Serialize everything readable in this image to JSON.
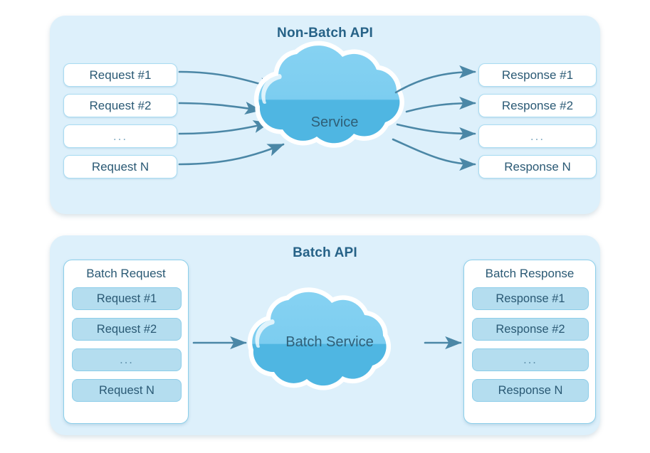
{
  "page": {
    "background": "#ffffff",
    "panel_background": "#ddf0fb",
    "accent_arrow_color": "#4b87a6",
    "cloud_light": "#7ccdf0",
    "cloud_dark": "#4fb6e2",
    "text_color": "#2a5974",
    "title_color": "#266287"
  },
  "panels": [
    {
      "id": "non-batch",
      "title": "Non-Batch API",
      "service_label": "Service",
      "requests": [
        {
          "label": "Request #1",
          "is_ellipsis": false
        },
        {
          "label": "Request #2",
          "is_ellipsis": false
        },
        {
          "label": "...",
          "is_ellipsis": true
        },
        {
          "label": "Request N",
          "is_ellipsis": false
        }
      ],
      "responses": [
        {
          "label": "Response #1",
          "is_ellipsis": false
        },
        {
          "label": "Response #2",
          "is_ellipsis": false
        },
        {
          "label": "...",
          "is_ellipsis": true
        },
        {
          "label": "Response N",
          "is_ellipsis": false
        }
      ]
    },
    {
      "id": "batch",
      "title": "Batch API",
      "service_label": "Batch Service",
      "request_group_title": "Batch Request",
      "response_group_title": "Batch Response",
      "requests": [
        {
          "label": "Request #1",
          "is_ellipsis": false
        },
        {
          "label": "Request #2",
          "is_ellipsis": false
        },
        {
          "label": "...",
          "is_ellipsis": true
        },
        {
          "label": "Request N",
          "is_ellipsis": false
        }
      ],
      "responses": [
        {
          "label": "Response #1",
          "is_ellipsis": false
        },
        {
          "label": "Response #2",
          "is_ellipsis": false
        },
        {
          "label": "...",
          "is_ellipsis": true
        },
        {
          "label": "Response N",
          "is_ellipsis": false
        }
      ]
    }
  ]
}
